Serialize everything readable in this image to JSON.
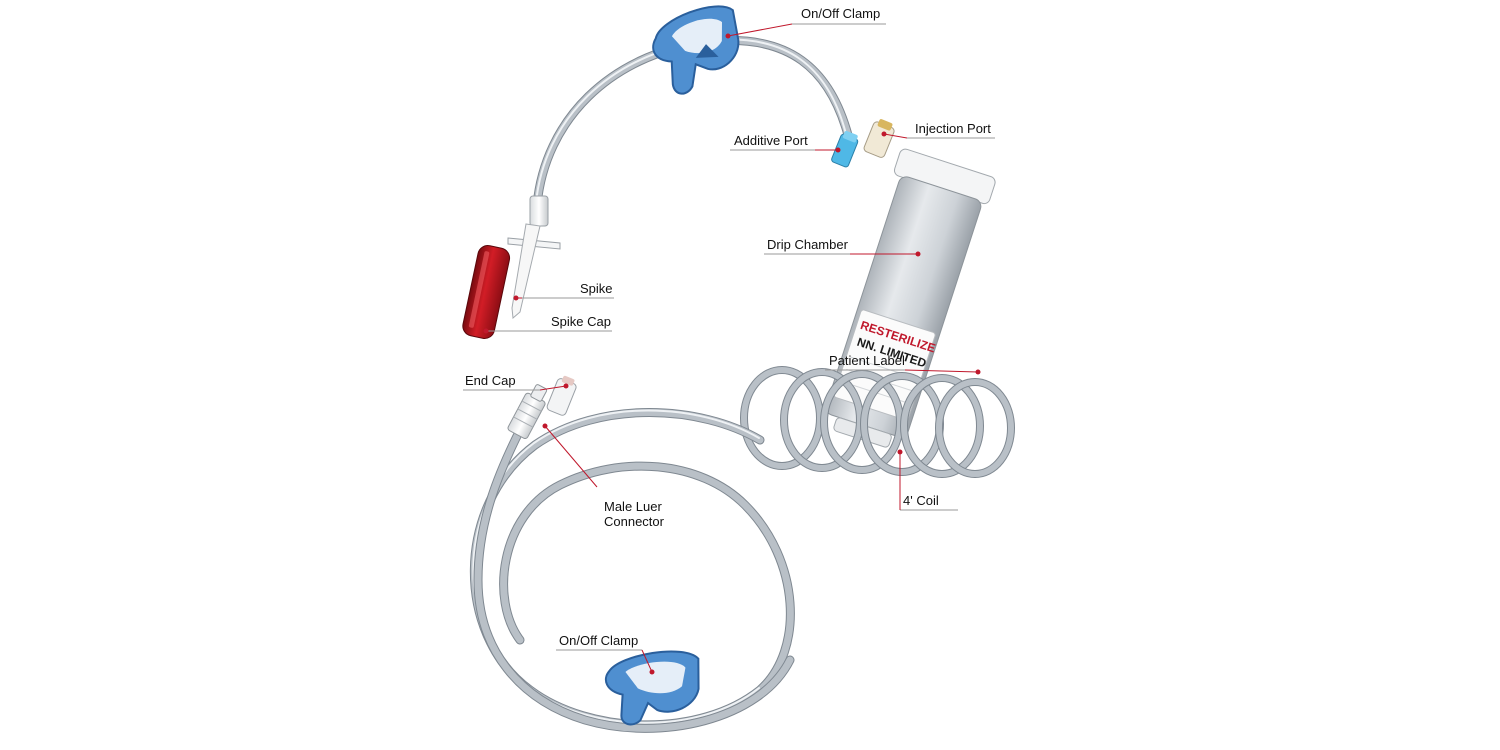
{
  "labels": {
    "clamp_top": "On/Off Clamp",
    "injection_port": "Injection Port",
    "additive_port": "Additive Port",
    "drip_chamber": "Drip Chamber",
    "spike": "Spike",
    "spike_cap": "Spike Cap",
    "patient_label": "Patient Label",
    "end_cap": "End Cap",
    "male_luer_line1": "Male Luer",
    "male_luer_line2": "Connector",
    "coil": "4' Coil",
    "clamp_bottom": "On/Off Clamp"
  },
  "chamber_label": {
    "line1": "RESTERILIZE",
    "line2": "NN. LIMITED"
  },
  "colors": {
    "clamp": "#4f8fd0",
    "clamp_dark": "#2a5f9c",
    "spike_cap": "#b3121b",
    "additive_port": "#4fb8e6",
    "leader": "#c0182c",
    "tube": "#b9c0c7",
    "chamber": "#cfd4d9"
  }
}
